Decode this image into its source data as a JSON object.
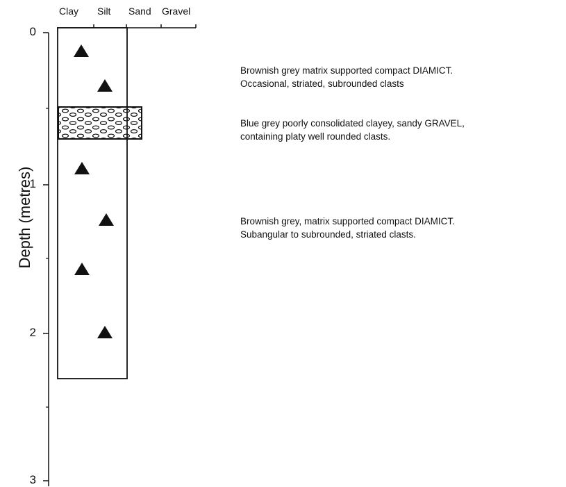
{
  "grain_size_labels": [
    "Clay",
    "Silt",
    "Sand",
    "Gravel"
  ],
  "axis": {
    "title": "Depth (metres)",
    "ticks": [
      "0",
      "1",
      "2",
      "3"
    ]
  },
  "units": [
    {
      "name": "diamict-upper",
      "lines": [
        "Brownish grey matrix supported compact DIAMICT.",
        "Occasional, striated, subrounded clasts"
      ]
    },
    {
      "name": "gravel",
      "lines": [
        "Blue grey poorly consolidated clayey, sandy GRAVEL,",
        "containing platy well rounded clasts."
      ]
    },
    {
      "name": "diamict-lower",
      "lines": [
        "Brownish grey, matrix supported compact DIAMICT.",
        "Subangular to subrounded, striated clasts."
      ]
    }
  ],
  "colors": {
    "ink": "#111111",
    "background_text": "#ededed"
  }
}
